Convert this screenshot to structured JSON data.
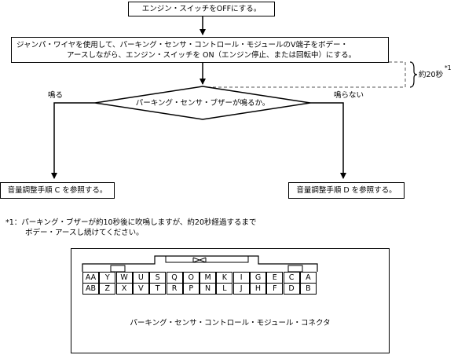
{
  "flow": {
    "step1": "エンジン・スイッチをOFFにする。",
    "step2_line1": "ジャンパ・ワイヤを使用して、パーキング・センサ・コントロール・モジュールのV端子をボデー・",
    "step2_line2": "アースしながら、エンジン・スイッチを ON（エンジン停止、または回転中）にする。",
    "timer_label": "約20秒",
    "timer_footnote_mark": "*1",
    "decision": "パーキング・センサ・ブザーが鳴るか。",
    "branch_yes": "鳴る",
    "branch_no": "鳴らない",
    "result_yes": "音量調整手順 C を参照する。",
    "result_no": "音量調整手順 D を参照する。"
  },
  "footnote": {
    "mark": "*1：",
    "line1": "パーキング・ブザーが約10秒後に吹鳴しますが、約20秒経過するまで",
    "line2": "ボデー・アースし続けてください。"
  },
  "connector": {
    "title": "パーキング・センサ・コントロール・モジュール・コネクタ",
    "row_top": [
      "AA",
      "Y",
      "W",
      "U",
      "S",
      "Q",
      "O",
      "M",
      "K",
      "I",
      "G",
      "E",
      "C",
      "A"
    ],
    "row_bottom": [
      "AB",
      "Z",
      "X",
      "V",
      "T",
      "R",
      "P",
      "N",
      "L",
      "J",
      "H",
      "F",
      "D",
      "B"
    ]
  }
}
